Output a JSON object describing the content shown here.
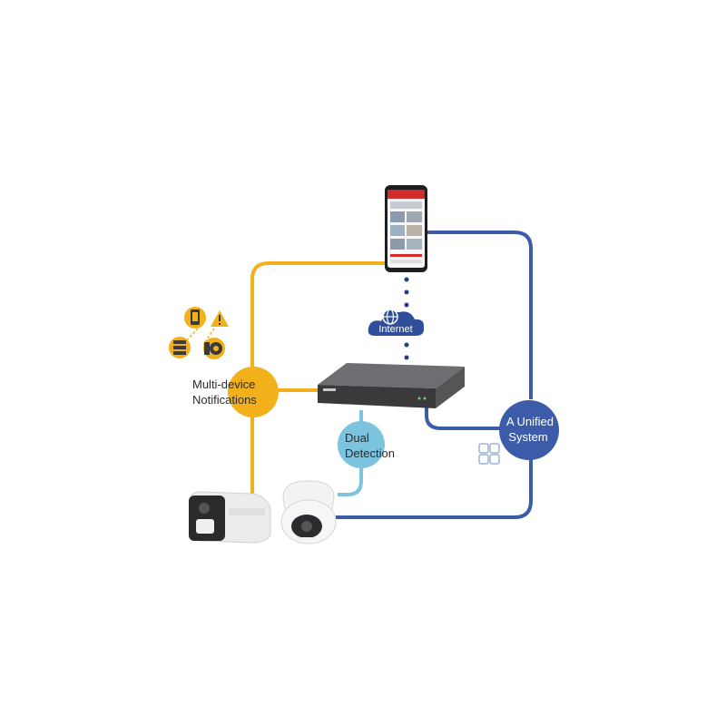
{
  "colors": {
    "yellow": "#F2B11B",
    "blue": "#3C5BA8",
    "light_blue": "#7CC3DE",
    "cloud": "#2F4F9A",
    "dot": "#233E86"
  },
  "nodes": {
    "multi_device": {
      "line1": "Multi-device",
      "line2": "Notifications"
    },
    "dual_detection": {
      "line1": "Dual",
      "line2": "Detection"
    },
    "unified": {
      "line1": "A Unified",
      "line2": "System"
    },
    "internet": {
      "label": "Internet"
    }
  },
  "icons": [
    "tablet-icon",
    "warning-icon",
    "server-icon",
    "camera-icon",
    "windows-logo-icon",
    "globe-icon"
  ]
}
